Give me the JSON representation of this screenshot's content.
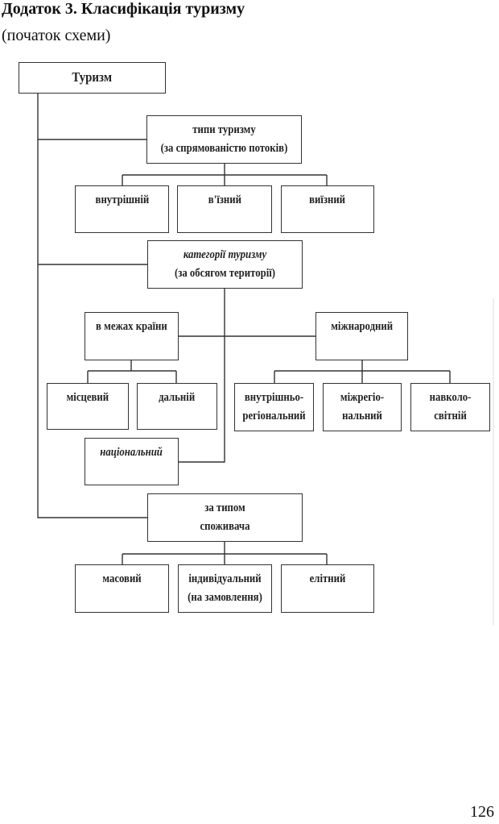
{
  "header": {
    "title": "Додаток 3. Класифікація туризму",
    "subtitle": "(початок схеми)"
  },
  "diagram": {
    "root": "Туризм",
    "types": {
      "line1": "типи туризму",
      "line2": "(за спрямованістю потоків)",
      "children": [
        "внутрішній",
        "в'їзний",
        "виїзний"
      ]
    },
    "categories": {
      "line1": "категорії туризму",
      "line2": "(за обсягом території)",
      "domestic": {
        "label": "в межах країни",
        "children": [
          "місцевий",
          "дальній"
        ],
        "national": "національний"
      },
      "international": {
        "label": "міжнародний",
        "children": [
          {
            "line1": "внутрішньо-",
            "line2": "регіональний"
          },
          {
            "line1": "міжрегіо-",
            "line2": "нальний"
          },
          {
            "line1": "навколо-",
            "line2": "світній"
          }
        ]
      }
    },
    "consumer": {
      "line1": "за типом",
      "line2": "споживача",
      "children": [
        {
          "line1": "масовий",
          "line2": ""
        },
        {
          "line1": "індивідуальний",
          "line2": "(на замовлення)"
        },
        {
          "line1": "елітний",
          "line2": ""
        }
      ]
    }
  },
  "footer": {
    "page_number": "126"
  }
}
